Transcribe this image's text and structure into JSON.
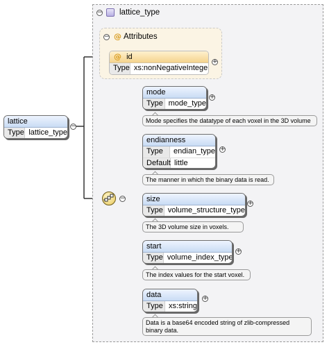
{
  "root": {
    "name": "lattice",
    "type_label": "Type",
    "type_value": "lattice_type"
  },
  "complex_type": {
    "name": "lattice_type",
    "icon": "complex-type-icon"
  },
  "attributes": {
    "title": "Attributes",
    "icon": "attribute-icon",
    "items": [
      {
        "name": "id",
        "type_label": "Type",
        "type_value": "xs:nonNegativeInteger"
      }
    ]
  },
  "sequence": {
    "icon": "sequence-icon"
  },
  "elements": [
    {
      "name": "mode",
      "rows": [
        {
          "key": "Type",
          "value": "mode_type"
        }
      ],
      "doc": "Mode specifies the datatype of each voxel in the 3D volume"
    },
    {
      "name": "endianness",
      "rows": [
        {
          "key": "Type",
          "value": "endian_type"
        },
        {
          "key": "Default",
          "value": "little"
        }
      ],
      "doc": "The manner in which the binary data is read."
    },
    {
      "name": "size",
      "rows": [
        {
          "key": "Type",
          "value": "volume_structure_type"
        }
      ],
      "doc": "The 3D volume size in voxels."
    },
    {
      "name": "start",
      "rows": [
        {
          "key": "Type",
          "value": "volume_index_type"
        }
      ],
      "doc": "The index values for the start voxel."
    },
    {
      "name": "data",
      "rows": [
        {
          "key": "Type",
          "value": "xs:string"
        }
      ],
      "doc": "Data is a base64 encoded string of zlib-compressed binary data."
    }
  ],
  "symbols": {
    "collapse": "−",
    "expand": "+"
  },
  "colors": {
    "element_header": "#c9dcf4",
    "attribute_header": "#f4d38d",
    "attribute_group": "#fbf4e4",
    "type_container": "#f3f3f5"
  }
}
